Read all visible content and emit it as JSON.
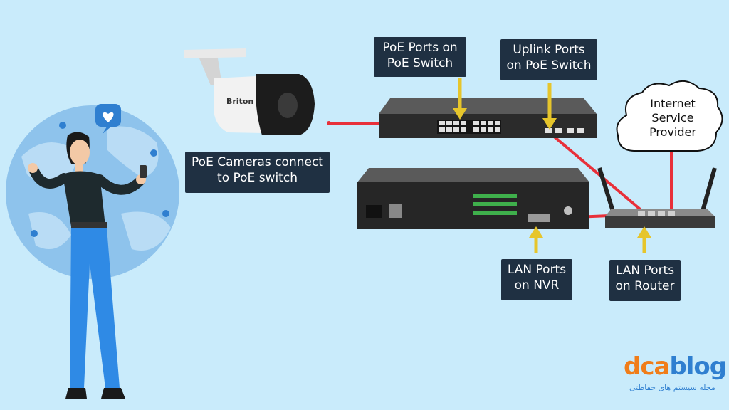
{
  "labels": {
    "poe_ports": [
      "PoE Ports on",
      "PoE Switch"
    ],
    "uplink_ports": [
      "Uplink Ports",
      "on PoE Switch"
    ],
    "cameras": [
      "PoE Cameras connect",
      "to PoE switch"
    ],
    "isp": [
      "Internet",
      "Service",
      "Provider"
    ],
    "lan_nvr": [
      "LAN Ports",
      "on NVR"
    ],
    "lan_router": [
      "LAN Ports",
      "on Router"
    ]
  },
  "camera_brand": "Briton",
  "logo": {
    "part1": "dca",
    "part2": "blog",
    "tagline": "مجله سیستم های حفاظتی"
  },
  "colors": {
    "cable": "#e8303a",
    "arrow": "#e6c52b",
    "label_bg": "#1f3042",
    "background": "#c9ebfb",
    "globe": "#7fb8e8"
  }
}
